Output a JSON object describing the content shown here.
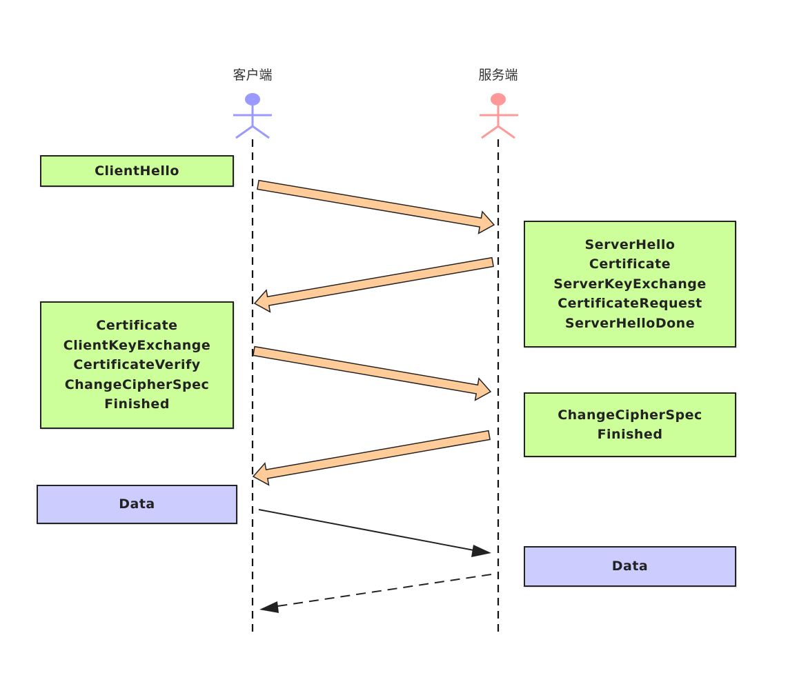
{
  "participants": [
    {
      "id": "client",
      "label": "客户端",
      "color": "#9999ff"
    },
    {
      "id": "server",
      "label": "服务端",
      "color": "#ff9999"
    }
  ],
  "notes": {
    "client_hello": {
      "side": "client",
      "color": "#ccff99",
      "lines": [
        "ClientHello"
      ]
    },
    "server_hello": {
      "side": "server",
      "color": "#ccff99",
      "lines": [
        "ServerHello",
        "Certificate",
        "ServerKeyExchange",
        "CertificateRequest",
        "ServerHelloDone"
      ]
    },
    "client_finish": {
      "side": "client",
      "color": "#ccff99",
      "lines": [
        "Certificate",
        "ClientKeyExchange",
        "CertificateVerify",
        "ChangeCipherSpec",
        "Finished"
      ]
    },
    "server_finish": {
      "side": "server",
      "color": "#ccff99",
      "lines": [
        "ChangeCipherSpec",
        "Finished"
      ]
    },
    "client_data": {
      "side": "client",
      "color": "#ccccff",
      "lines": [
        "Data"
      ]
    },
    "server_data": {
      "side": "server",
      "color": "#ccccff",
      "lines": [
        "Data"
      ]
    }
  },
  "messages": [
    {
      "from": "client",
      "to": "server",
      "style": "block-arrow",
      "color": "#ffcc99",
      "message": "ClientHello"
    },
    {
      "from": "server",
      "to": "client",
      "style": "block-arrow",
      "color": "#ffcc99",
      "message": "ServerHello…ServerHelloDone"
    },
    {
      "from": "client",
      "to": "server",
      "style": "block-arrow",
      "color": "#ffcc99",
      "message": "Certificate…Finished"
    },
    {
      "from": "server",
      "to": "client",
      "style": "block-arrow",
      "color": "#ffcc99",
      "message": "ChangeCipherSpec, Finished"
    },
    {
      "from": "client",
      "to": "server",
      "style": "solid-line",
      "color": "#222222",
      "message": "Data"
    },
    {
      "from": "server",
      "to": "client",
      "style": "dashed-line",
      "color": "#222222",
      "message": "Data"
    }
  ]
}
